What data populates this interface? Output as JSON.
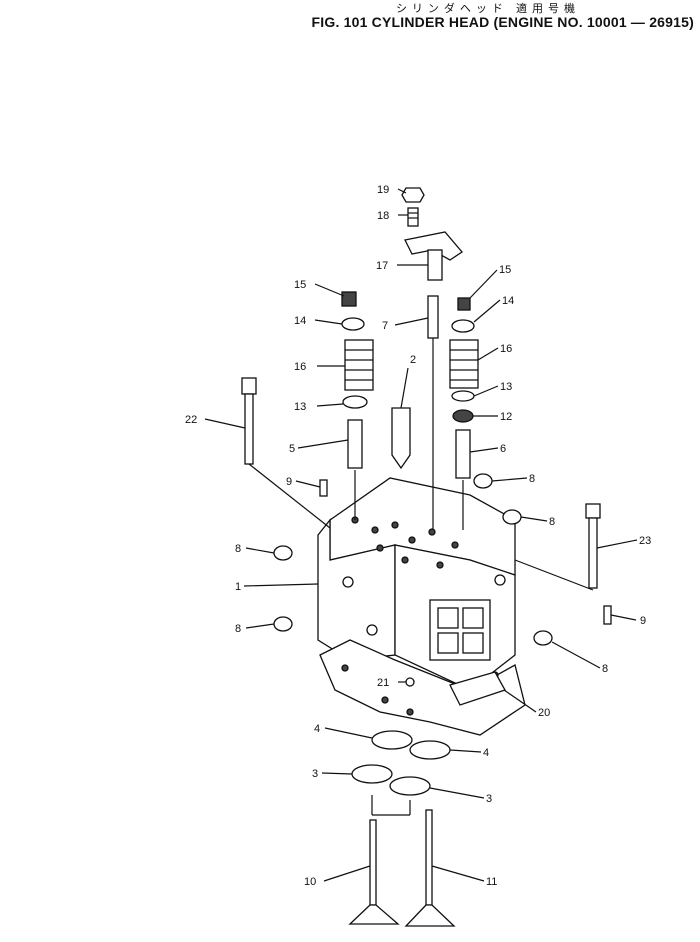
{
  "header": {
    "japanese_title": "シリンダヘッド 適用号機",
    "english_title": "FIG. 101 CYLINDER HEAD (ENGINE NO. 10001 — 26915)"
  },
  "callouts": [
    {
      "id": "c19",
      "label": "19"
    },
    {
      "id": "c18",
      "label": "18"
    },
    {
      "id": "c17",
      "label": "17"
    },
    {
      "id": "c15a",
      "label": "15"
    },
    {
      "id": "c15b",
      "label": "15"
    },
    {
      "id": "c14a",
      "label": "14"
    },
    {
      "id": "c14b",
      "label": "14"
    },
    {
      "id": "c7",
      "label": "7"
    },
    {
      "id": "c2",
      "label": "2"
    },
    {
      "id": "c16a",
      "label": "16"
    },
    {
      "id": "c16b",
      "label": "16"
    },
    {
      "id": "c13a",
      "label": "13"
    },
    {
      "id": "c13b",
      "label": "13"
    },
    {
      "id": "c12",
      "label": "12"
    },
    {
      "id": "c22",
      "label": "22"
    },
    {
      "id": "c5",
      "label": "5"
    },
    {
      "id": "c6",
      "label": "6"
    },
    {
      "id": "c9a",
      "label": "9"
    },
    {
      "id": "c8a",
      "label": "8"
    },
    {
      "id": "c8b",
      "label": "8"
    },
    {
      "id": "c8c",
      "label": "8"
    },
    {
      "id": "c8d",
      "label": "8"
    },
    {
      "id": "c8e",
      "label": "8"
    },
    {
      "id": "c23",
      "label": "23"
    },
    {
      "id": "c1",
      "label": "1"
    },
    {
      "id": "c9b",
      "label": "9"
    },
    {
      "id": "c21",
      "label": "21"
    },
    {
      "id": "c20",
      "label": "20"
    },
    {
      "id": "c4a",
      "label": "4"
    },
    {
      "id": "c4b",
      "label": "4"
    },
    {
      "id": "c3a",
      "label": "3"
    },
    {
      "id": "c3b",
      "label": "3"
    },
    {
      "id": "c10",
      "label": "10"
    },
    {
      "id": "c11",
      "label": "11"
    }
  ]
}
